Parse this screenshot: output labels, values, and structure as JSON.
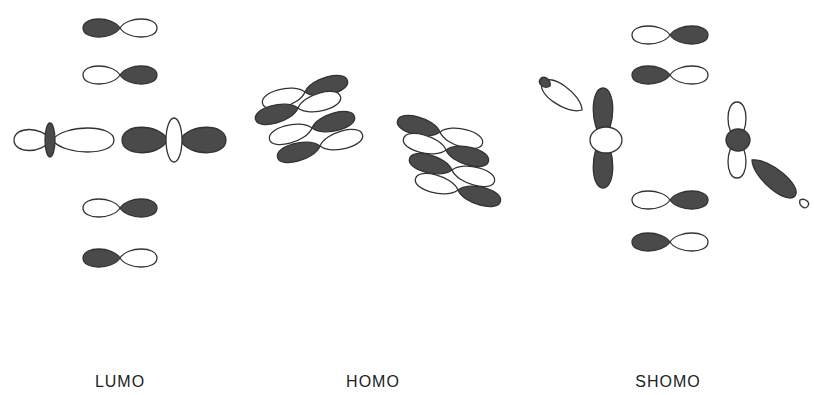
{
  "diagram": {
    "labels": [
      "LUMO",
      "HOMO",
      "SHOMO"
    ]
  }
}
